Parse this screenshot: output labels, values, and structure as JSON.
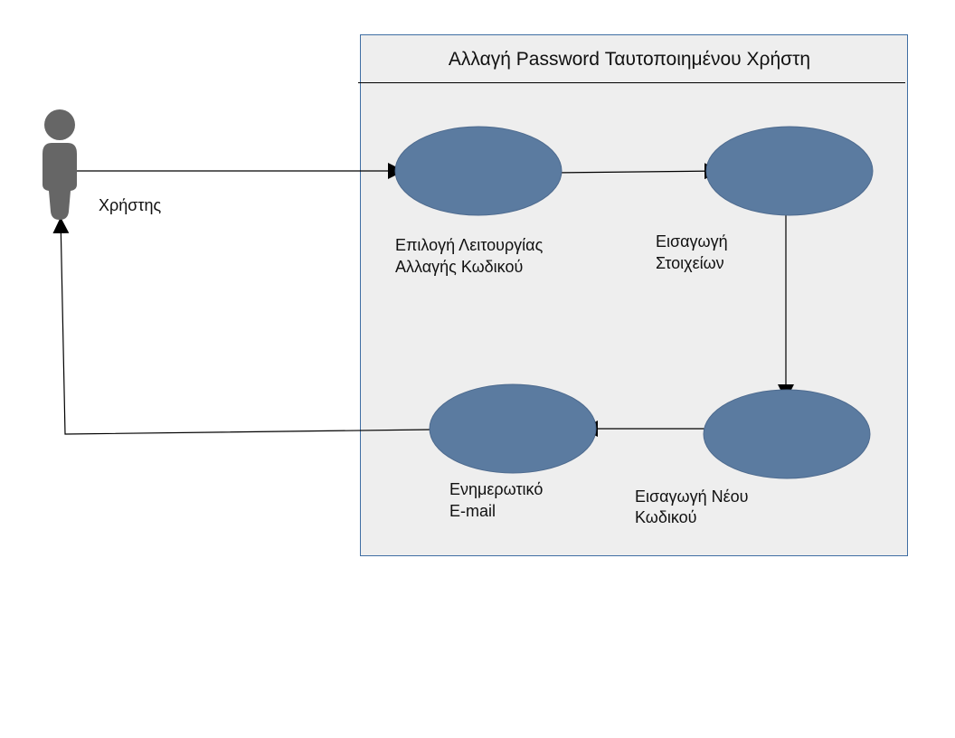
{
  "colors": {
    "boundary_fill": "#eeeeee",
    "boundary_stroke": "#3f6ea3",
    "usecase_fill": "#5b7ba0",
    "usecase_stroke": "#4d6a8e",
    "actor_fill": "#666666",
    "line": "#000000"
  },
  "icons": {
    "actor": "person-icon"
  },
  "system": {
    "title": "Αλλαγή Password Ταυτοποιημένου Χρήστη"
  },
  "actor": {
    "name": "Χρήστης"
  },
  "use_cases": [
    {
      "id": "uc1",
      "lines": [
        "Επιλογή Λειτουργίας",
        "Αλλαγής Κωδικού"
      ]
    },
    {
      "id": "uc2",
      "lines": [
        "Εισαγωγή",
        "Στοιχείων"
      ]
    },
    {
      "id": "uc3",
      "lines": [
        "Εισαγωγή Νέου",
        "Κωδικού"
      ]
    },
    {
      "id": "uc4",
      "lines": [
        "Ενημερωτικό",
        "E-mail"
      ]
    }
  ],
  "flows": [
    {
      "from": "actor",
      "to": "uc1"
    },
    {
      "from": "uc1",
      "to": "uc2"
    },
    {
      "from": "uc2",
      "to": "uc3"
    },
    {
      "from": "uc3",
      "to": "uc4"
    },
    {
      "from": "uc4",
      "to": "actor"
    }
  ]
}
